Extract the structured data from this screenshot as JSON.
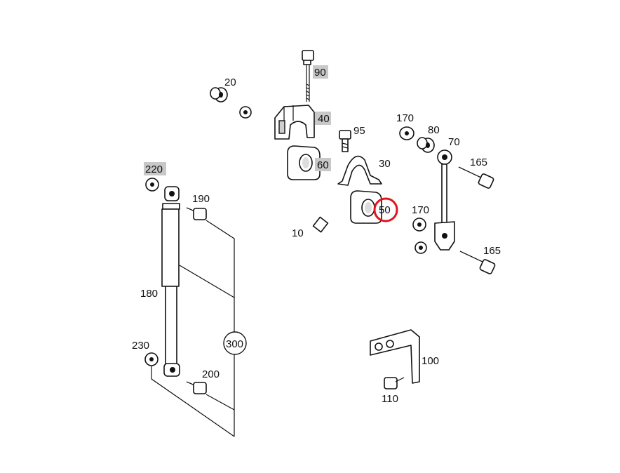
{
  "diagram": {
    "labels": {
      "p10": "10",
      "p20": "20",
      "p30": "30",
      "p40": "40",
      "p50": "50",
      "p60": "60",
      "p70": "70",
      "p80": "80",
      "p90": "90",
      "p95": "95",
      "p100": "100",
      "p110": "110",
      "p165a": "165",
      "p165b": "165",
      "p170a": "170",
      "p170b": "170",
      "p180": "180",
      "p190": "190",
      "p200": "200",
      "p220": "220",
      "p230": "230",
      "p300": "300"
    },
    "highlighted_parts": [
      "90",
      "40",
      "60",
      "220"
    ],
    "selected_part": "50",
    "colors": {
      "highlight_fill": "#c8c8c8",
      "selection_ring": "#e0141e",
      "line": "#111111"
    }
  }
}
